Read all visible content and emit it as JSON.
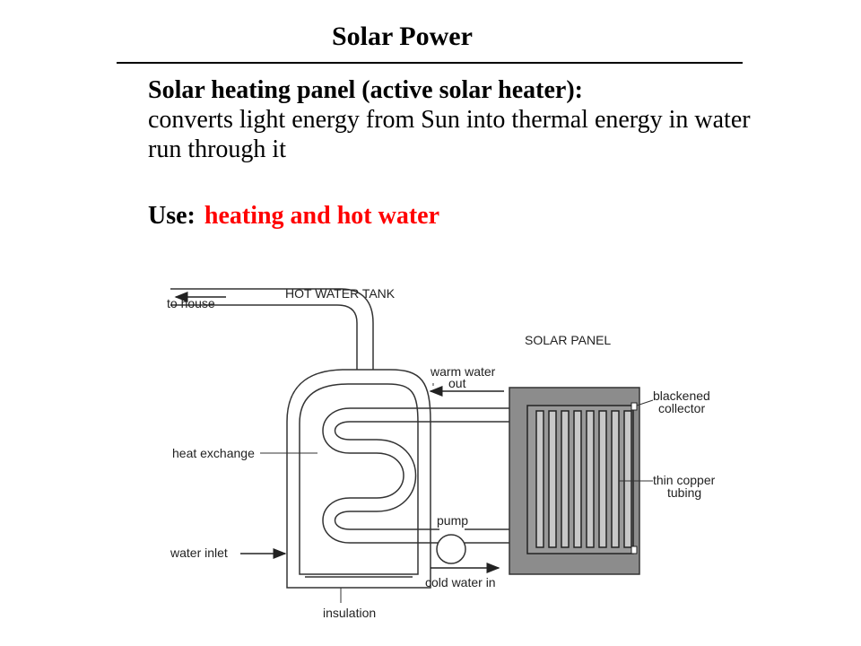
{
  "slide": {
    "title": "Solar Power",
    "heading": "Solar heating panel (active solar heater):",
    "description": "converts light energy from Sun into thermal energy in water run through it",
    "use_label": "Use:",
    "use_value": "heating and hot water",
    "accent_color": "#ff0000"
  },
  "diagram": {
    "labels": {
      "to_house": "to house",
      "hot_water_tank": "HOT WATER TANK",
      "solar_panel": "SOLAR PANEL",
      "warm_water_out_1": "warm water",
      "warm_water_out_2": "out",
      "blackened_collector_1": "blackened",
      "blackened_collector_2": "collector",
      "heat_exchange": "heat exchange",
      "thin_copper_tubing_1": "thin copper",
      "thin_copper_tubing_2": "tubing",
      "pump": "pump",
      "water_inlet": "water inlet",
      "cold_water_in": "cold water in",
      "insulation": "insulation"
    },
    "panel_color": "#8c8c8c"
  }
}
